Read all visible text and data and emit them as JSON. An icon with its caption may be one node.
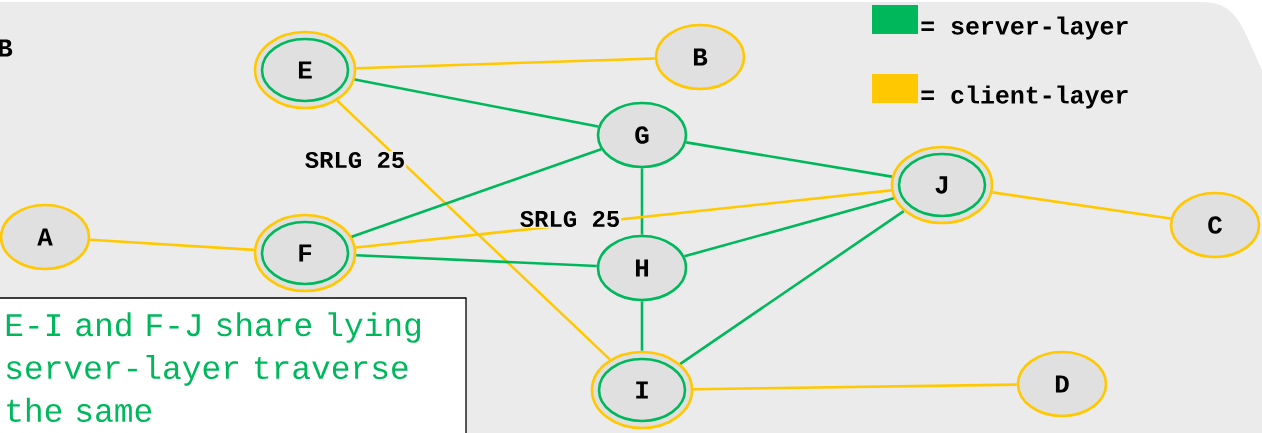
{
  "diagram": {
    "nodes": [
      {
        "text": [
          "E"
        ]
      },
      {
        "text": [
          "B"
        ]
      },
      {
        "text": [
          "G"
        ]
      },
      {
        "text": [
          "J"
        ]
      },
      {
        "text": [
          "C"
        ]
      },
      {
        "text": [
          "A"
        ]
      },
      {
        "text": [
          "F"
        ]
      },
      {
        "text": [
          "H"
        ]
      },
      {
        "text": [
          "I"
        ]
      },
      {
        "text": [
          "D"
        ]
      }
    ],
    "edges": [
      {
        "from": 0,
        "to": 1,
        "arrow": "none",
        "color": "#ffc800"
      },
      {
        "from": 0,
        "to": 2,
        "arrow": "none"
      },
      {
        "from": 0,
        "to": 8,
        "arrow": "none",
        "color": "#ffc800",
        "label": "SRLG 25"
      },
      {
        "from": 2,
        "to": 3,
        "arrow": "none"
      },
      {
        "from": 6,
        "to": 2,
        "arrow": "none"
      },
      {
        "from": 2,
        "to": 7,
        "arrow": "none"
      },
      {
        "from": 6,
        "to": 3,
        "arrow": "none",
        "color": "#ffc800",
        "label": "SRLG 25"
      },
      {
        "from": 5,
        "to": 6,
        "arrow": "none",
        "color": "#ffc800"
      },
      {
        "from": 6,
        "to": 7,
        "arrow": "none"
      },
      {
        "from": 7,
        "to": 3,
        "arrow": "none"
      },
      {
        "from": 3,
        "to": 4,
        "arrow": "none",
        "color": "#ffc800"
      },
      {
        "from": 7,
        "to": 8,
        "arrow": "none"
      },
      {
        "from": 8,
        "to": 3,
        "arrow": "none"
      },
      {
        "from": 8,
        "to": 9,
        "arrow": "none",
        "color": "#ffc800"
      }
    ],
    "labels": [
      "B",
      "E-I and F-J share lying server-layer traverse the same"
    ],
    "legend": [
      {
        "text": "= server-layer",
        "color": "#00b85c"
      },
      {
        "text": "= client-layer",
        "color": "#ffc800"
      }
    ]
  }
}
